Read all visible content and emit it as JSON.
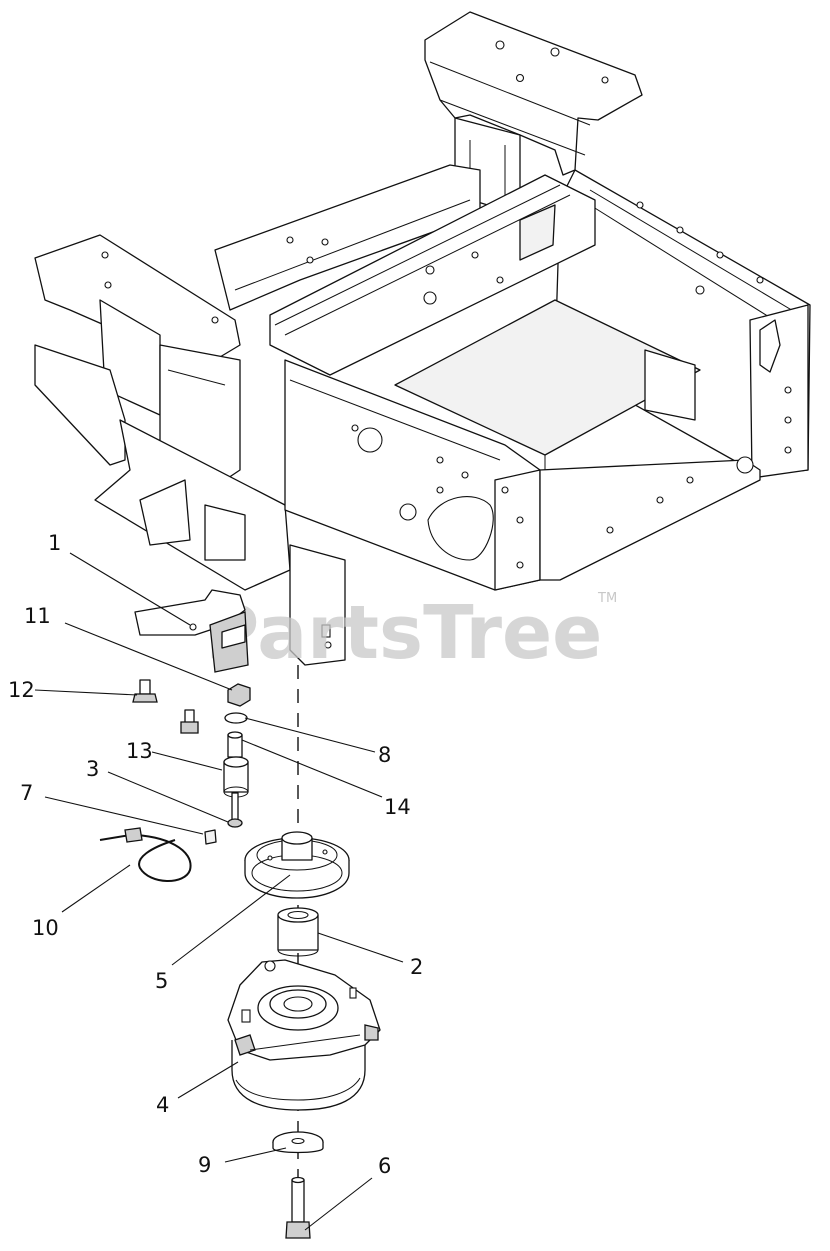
{
  "watermark": {
    "text": "PartsTree",
    "tm": "TM"
  },
  "callouts": [
    {
      "id": "1",
      "label": "1"
    },
    {
      "id": "11",
      "label": "11"
    },
    {
      "id": "12",
      "label": "12"
    },
    {
      "id": "13",
      "label": "13"
    },
    {
      "id": "8",
      "label": "8"
    },
    {
      "id": "3",
      "label": "3"
    },
    {
      "id": "14",
      "label": "14"
    },
    {
      "id": "7",
      "label": "7"
    },
    {
      "id": "10",
      "label": "10"
    },
    {
      "id": "5",
      "label": "5"
    },
    {
      "id": "2",
      "label": "2"
    },
    {
      "id": "4",
      "label": "4"
    },
    {
      "id": "9",
      "label": "9"
    },
    {
      "id": "6",
      "label": "6"
    }
  ]
}
